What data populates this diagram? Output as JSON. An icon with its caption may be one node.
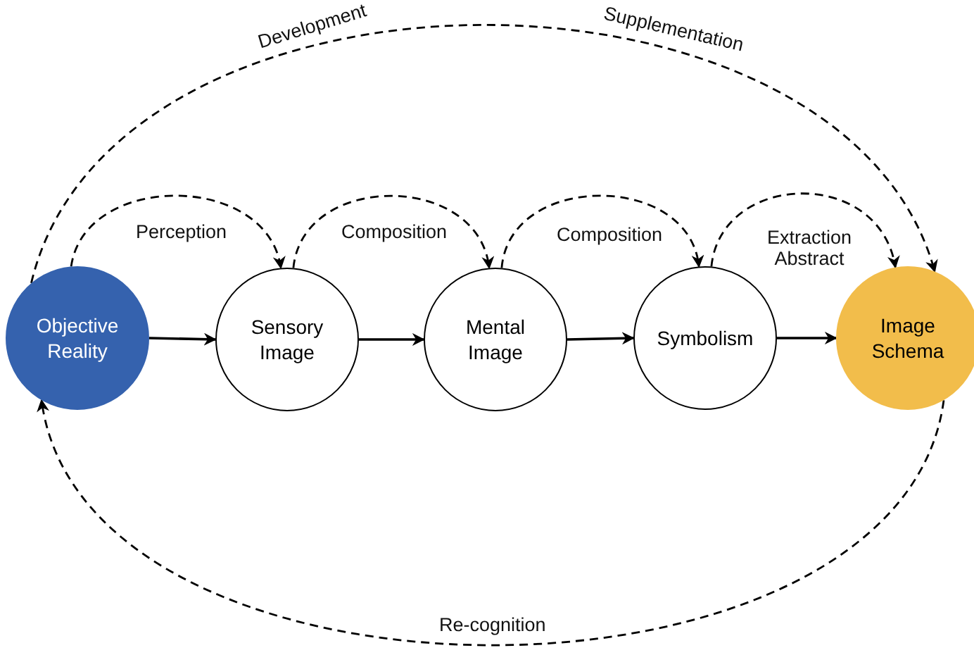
{
  "diagram": {
    "nodes": [
      {
        "text": [
          "Objective Reality"
        ]
      },
      {
        "text": [
          "Sensory Image"
        ]
      },
      {
        "text": [
          "Mental Image"
        ]
      },
      {
        "text": [
          "Symbolism"
        ]
      },
      {
        "text": [
          "Image Schema"
        ]
      }
    ],
    "edges": [
      {
        "from": 0,
        "to": 1,
        "arrow": "to"
      },
      {
        "from": 1,
        "to": 2,
        "arrow": "to"
      },
      {
        "from": 2,
        "to": 3,
        "arrow": "to"
      },
      {
        "from": 3,
        "to": 4,
        "arrow": "to"
      },
      {
        "from": 0,
        "to": 1,
        "arrow": "to",
        "style": "dashed",
        "label": "Perception"
      },
      {
        "from": 1,
        "to": 2,
        "arrow": "to",
        "style": "dashed",
        "label": "Composition"
      },
      {
        "from": 2,
        "to": 3,
        "arrow": "to",
        "style": "dashed",
        "label": "Composition"
      },
      {
        "from": 3,
        "to": 4,
        "arrow": "to",
        "style": "dashed",
        "label": "Extraction Abstract"
      },
      {
        "from": 0,
        "to": 4,
        "arrow": "to",
        "style": "dashed",
        "label": "Development"
      },
      {
        "from": 4,
        "to": 0,
        "arrow": "to",
        "style": "dashed",
        "label": "Re-cognition"
      }
    ],
    "labels": [
      "Supplementation"
    ]
  }
}
